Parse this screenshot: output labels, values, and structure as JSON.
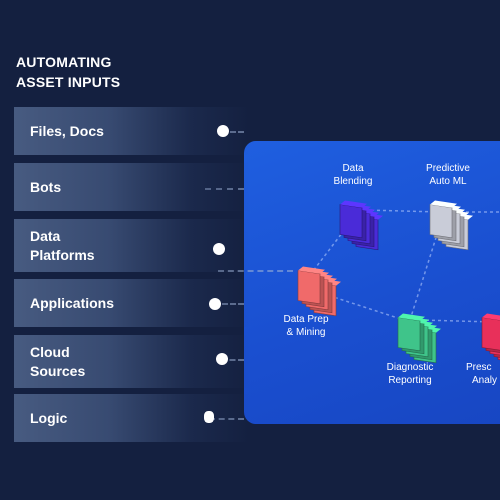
{
  "heading": {
    "line1": "AUTOMATING",
    "line2": "ASSET INPUTS"
  },
  "inputs": [
    {
      "label": "Files, Docs"
    },
    {
      "label": "Bots"
    },
    {
      "label_line1": "Data",
      "label_line2": "Platforms"
    },
    {
      "label": "Applications"
    },
    {
      "label_line1": "Cloud",
      "label_line2": "Sources"
    },
    {
      "label": "Logic"
    }
  ],
  "nodes": {
    "data_blending": {
      "line1": "Data",
      "line2": "Blending",
      "color": "#4a2bd8"
    },
    "predictive_auto_ml": {
      "line1": "Predictive",
      "line2": "Auto ML",
      "color": "#c9ccd8"
    },
    "data_prep": {
      "line1": "Data Prep",
      "line2": "& Mining",
      "color": "#f06a6a"
    },
    "diagnostic_reporting": {
      "line1": "Diagnostic",
      "line2": "Reporting",
      "color": "#3fc48a"
    },
    "prescriptive": {
      "line1": "Presc",
      "line2": "Analy",
      "color": "#e8305a"
    }
  },
  "colors": {
    "background": "#142040",
    "panel": "#1f5fe0",
    "accent": "#ffffff"
  }
}
